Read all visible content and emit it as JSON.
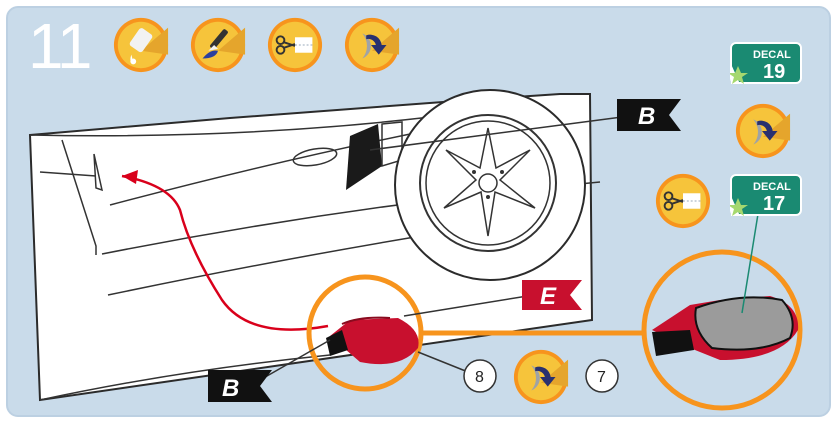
{
  "step_number": "11",
  "tool_icons": [
    "glue-bottle-icon",
    "paint-brush-icon",
    "scissors-icon",
    "rotate-icon"
  ],
  "labels": {
    "top_b": "B",
    "bottom_b": "B",
    "red_e": "E"
  },
  "decals": [
    {
      "title": "DECAL",
      "number": "19"
    },
    {
      "title": "DECAL",
      "number": "17"
    }
  ],
  "sequence": {
    "left": "8",
    "right": "7"
  },
  "colors": {
    "panel": "#c9dbea",
    "orange": "#f7941d",
    "badge_yellow": "#f6c43b",
    "decal_green": "#1a8a72",
    "red_part": "#c8102e",
    "flag_black": "#111111"
  }
}
